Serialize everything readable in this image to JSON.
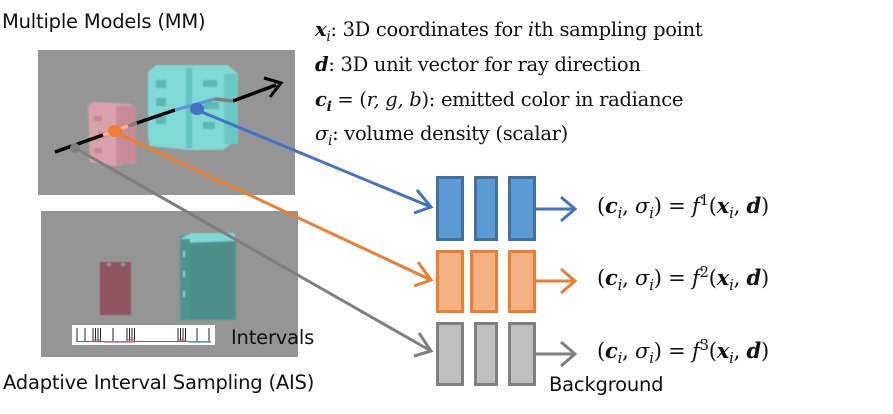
{
  "panels": {
    "mm": {
      "title": "Multiple Models (MM)"
    },
    "ais": {
      "title": "Adaptive Interval Sampling (AIS)",
      "intervals_label": "Intervals"
    }
  },
  "definitions": [
    {
      "symbol": "x",
      "sub": "i",
      "text_pre": ": 3D coordinates for ",
      "italic_word": "i",
      "text_post": "th sampling point"
    },
    {
      "symbol": "d",
      "sub": "",
      "text_pre": ": 3D unit vector for ray direction",
      "italic_word": "",
      "text_post": ""
    },
    {
      "symbol": "c",
      "sub": "i",
      "text_pre": " = (",
      "italic_word": "r, g, b",
      "text_post": "): emitted color in radiance"
    },
    {
      "symbol": "σ",
      "sub": "i",
      "text_pre": ": volume density (scalar)",
      "italic_word": "",
      "text_post": ""
    }
  ],
  "equations": [
    {
      "lhs_c": "c",
      "lhs_sub": "i",
      "lhs_sigma": "σ",
      "func": "f",
      "sup": "1",
      "arg_x": "x",
      "arg_d": "d",
      "color_name": "blue"
    },
    {
      "lhs_c": "c",
      "lhs_sub": "i",
      "lhs_sigma": "σ",
      "func": "f",
      "sup": "2",
      "arg_x": "x",
      "arg_d": "d",
      "color_name": "orange"
    },
    {
      "lhs_c": "c",
      "lhs_sub": "i",
      "lhs_sigma": "σ",
      "func": "f",
      "sup": "3",
      "arg_x": "x",
      "arg_d": "d",
      "color_name": "gray"
    }
  ],
  "background_label": "Background",
  "colors": {
    "blue": "#4472c4",
    "blue_fill": "#5b9bd5",
    "blue_stroke": "#41719c",
    "orange": "#ed7d31",
    "orange_fill": "#f4b183",
    "orange_stroke": "#ed7d31",
    "gray": "#7f7f7f",
    "gray_fill": "#bfbfbf",
    "gray_stroke": "#7f7f7f",
    "ray": "#000000",
    "scene_bg": "#959595",
    "building_pink": "#d9a0ad",
    "building_cyan": "#7fd9d5",
    "building_pink_dark": "#8f5560",
    "building_cyan_dark": "#4c9590"
  }
}
